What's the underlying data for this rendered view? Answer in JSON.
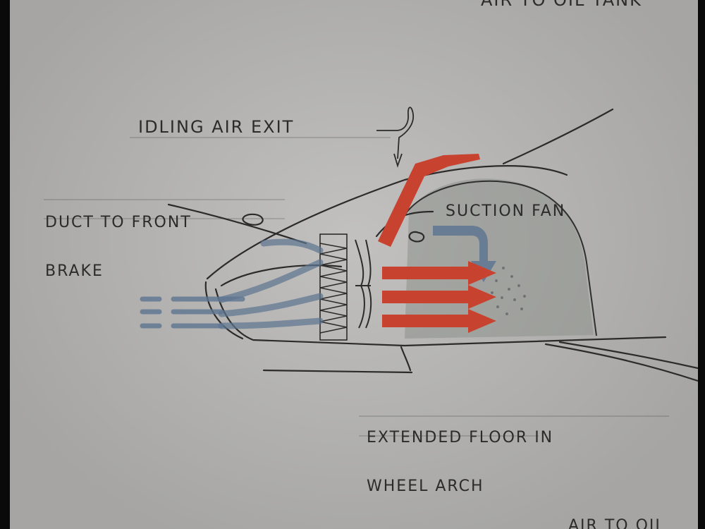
{
  "labels": {
    "top_cut": "AIR TO OIL TANK",
    "idling_air_exit": "IDLING AIR EXIT",
    "duct_to_front_brake_1": "DUCT TO FRONT",
    "duct_to_front_brake_2": "BRAKE",
    "suction_fan": "SUCTION FAN",
    "extended_floor_1": "EXTENDED FLOOR IN",
    "extended_floor_2": "WHEEL ARCH",
    "bottom_cut": "AIR TO OIL"
  },
  "icons": {
    "red_arrow": "airflow-hot-arrow",
    "blue_arrow": "airflow-cool-arrow"
  },
  "colors": {
    "paper": "#b9b8b6",
    "pencil": "#2c2b2a",
    "hot_air": "#c8432f",
    "cool_air": "#5e7591",
    "wheel_shade": "#8e918c"
  }
}
